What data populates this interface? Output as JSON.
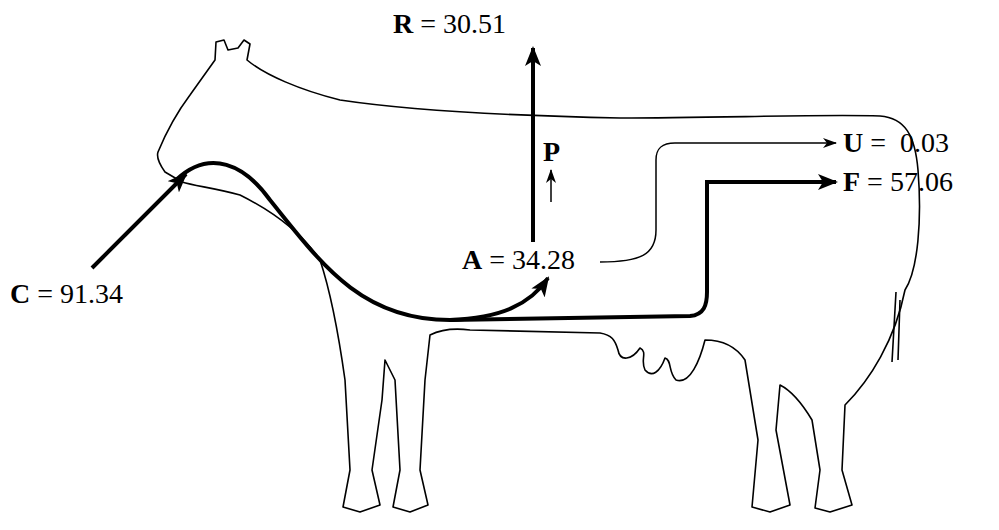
{
  "diagram": {
    "labels": [
      "R = 30.51",
      "P",
      "U =  0.03",
      "A = 34.28",
      "F = 57.06",
      "C = 91.34"
    ]
  }
}
